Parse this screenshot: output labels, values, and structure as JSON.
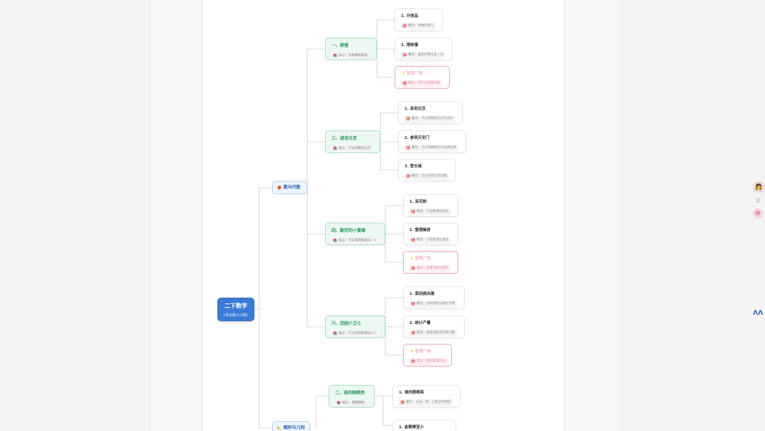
{
  "root": {
    "title": "二下数学",
    "subtitle": "(青岛版六三制)"
  },
  "branches": [
    {
      "label": "数与代数",
      "icon": "apple-icon"
    },
    {
      "label": "图形与几何",
      "icon": "ruler-icon"
    }
  ],
  "units": [
    {
      "title": "一、野营",
      "concept": "核心：有余数的除法"
    },
    {
      "title": "三、游览北京",
      "concept": "核心：万以内数的认识"
    },
    {
      "title": "四、勤劳的小蜜蜂",
      "concept": "核心：万以内的加减法(一)"
    },
    {
      "title": "六、田园小卫士",
      "concept": "核心：万以内的加减法(二)"
    },
    {
      "title": "二、谁的眼睛亮",
      "concept": "核心：观察物体"
    }
  ],
  "lessons": [
    {
      "title": "1. 分食品",
      "concept": "概念：余数的意义",
      "pink": false
    },
    {
      "title": "2. 搭帐篷",
      "concept": "概念：竖式计算与进一法",
      "pink": false
    },
    {
      "title": "智慧广场",
      "concept": "概念：排列与周期问题",
      "pink": true
    },
    {
      "title": "1. 来到北京",
      "concept": "概念：千以内数的认识与读写",
      "pink": false
    },
    {
      "title": "2. 参观天安门",
      "concept": "概念：万以内数的认识与数位表",
      "pink": false
    },
    {
      "title": "3. 登长城",
      "concept": "概念：大小比较与近似数",
      "pink": false
    },
    {
      "title": "1. 采花粉",
      "concept": "概念：三位数进位加法",
      "pink": false
    },
    {
      "title": "2. 整理蜂房",
      "concept": "概念：三位数退位减法",
      "pink": false
    },
    {
      "title": "智慧广场",
      "concept": "概念：等量代换与替代",
      "pink": true
    },
    {
      "title": "1. 菜田病虫害",
      "concept": "概念：连续进位与退位计算",
      "pink": false
    },
    {
      "title": "2. 统计产量",
      "concept": "概念：加减法解决实际问题",
      "pink": false
    },
    {
      "title": "智慧广场",
      "concept": "概念：图形推理方法",
      "pink": true
    },
    {
      "title": "1. 谁的眼睛亮",
      "concept": "概念：从前、侧、上看立体图形",
      "pink": false
    },
    {
      "title": "1. 金猴捧宝小",
      "concept": "",
      "pink": false
    }
  ],
  "colors": {
    "root": "#3a7bd5",
    "branch": "#eef5ff",
    "unit": "#ecf8f2",
    "lesson_pink": "#f2a6bd"
  },
  "sidebar_icons": [
    "avatar-icon",
    "translate-icon",
    "apps-icon",
    "logo-icon"
  ]
}
